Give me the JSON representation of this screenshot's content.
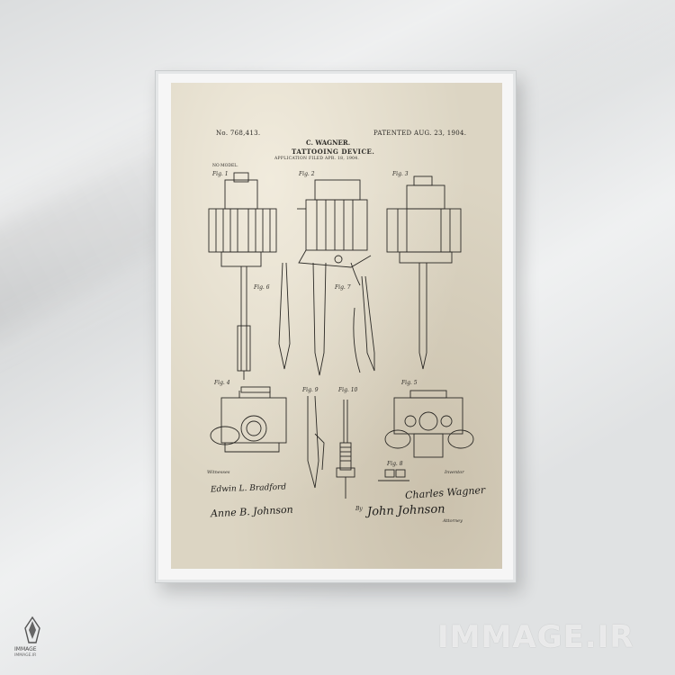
{
  "patent": {
    "number": "No. 768,413.",
    "date": "PATENTED AUG. 23, 1904.",
    "inventor": "C. WAGNER.",
    "title": "TATTOOING DEVICE.",
    "application": "APPLICATION FILED APR. 18, 1904.",
    "model": "NO MODEL.",
    "witnesses_label": "Witnesses",
    "inventor_label": "Inventor",
    "by_label": "By",
    "attorney_label": "Attorney",
    "signatures": {
      "witness1": "Edwin L. Bradford",
      "witness2": "Anne B. Johnson",
      "inventor": "Charles Wagner",
      "attorney": "John Johnson"
    },
    "fig_labels": [
      "Fig. 1",
      "Fig. 2",
      "Fig. 3",
      "Fig. 4",
      "Fig. 5",
      "Fig. 6",
      "Fig. 7",
      "Fig. 8",
      "Fig. 9",
      "Fig. 10"
    ]
  },
  "watermark": {
    "text": "IMMAGE.IR",
    "logo_text": "IMMAGE",
    "logo_sub": "IMMAGE.IR"
  },
  "colors": {
    "wall": "#e7e9ea",
    "paper": "#dcd5c3",
    "ink": "#2b2925"
  }
}
